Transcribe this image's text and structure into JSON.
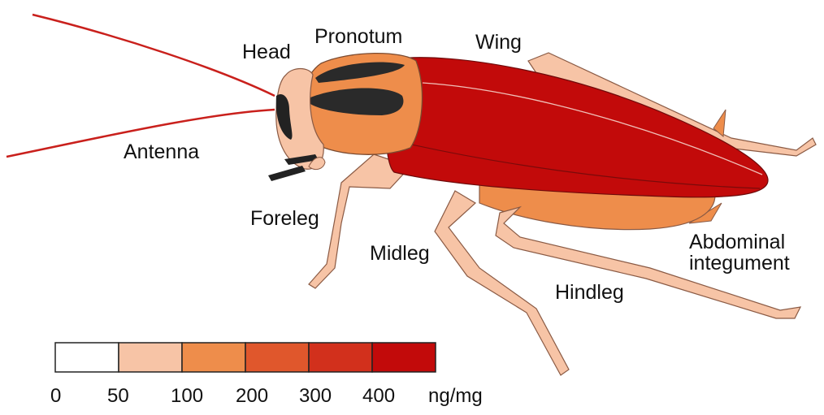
{
  "labels": {
    "antenna": "Antenna",
    "head": "Head",
    "pronotum": "Pronotum",
    "wing": "Wing",
    "foreleg": "Foreleg",
    "midleg": "Midleg",
    "hindleg": "Hindleg",
    "abdominal_line1": "Abdominal",
    "abdominal_line2": "integument"
  },
  "legend": {
    "ticks": [
      "0",
      "50",
      "100",
      "200",
      "300",
      "400"
    ],
    "unit": "ng/mg",
    "colors": [
      "#ffffff",
      "#f7c4a6",
      "#ee8d4b",
      "#e0572c",
      "#d2301c",
      "#c20a0a"
    ]
  },
  "part_colors": {
    "antenna": "#c20a0a",
    "head": "#f7c4a6",
    "legs": "#f7c4a6",
    "pronotum": "#ee8d4b",
    "abdomen": "#ee8d4b",
    "wing": "#c20a0a",
    "dark_marks": "#2a2a2a"
  }
}
